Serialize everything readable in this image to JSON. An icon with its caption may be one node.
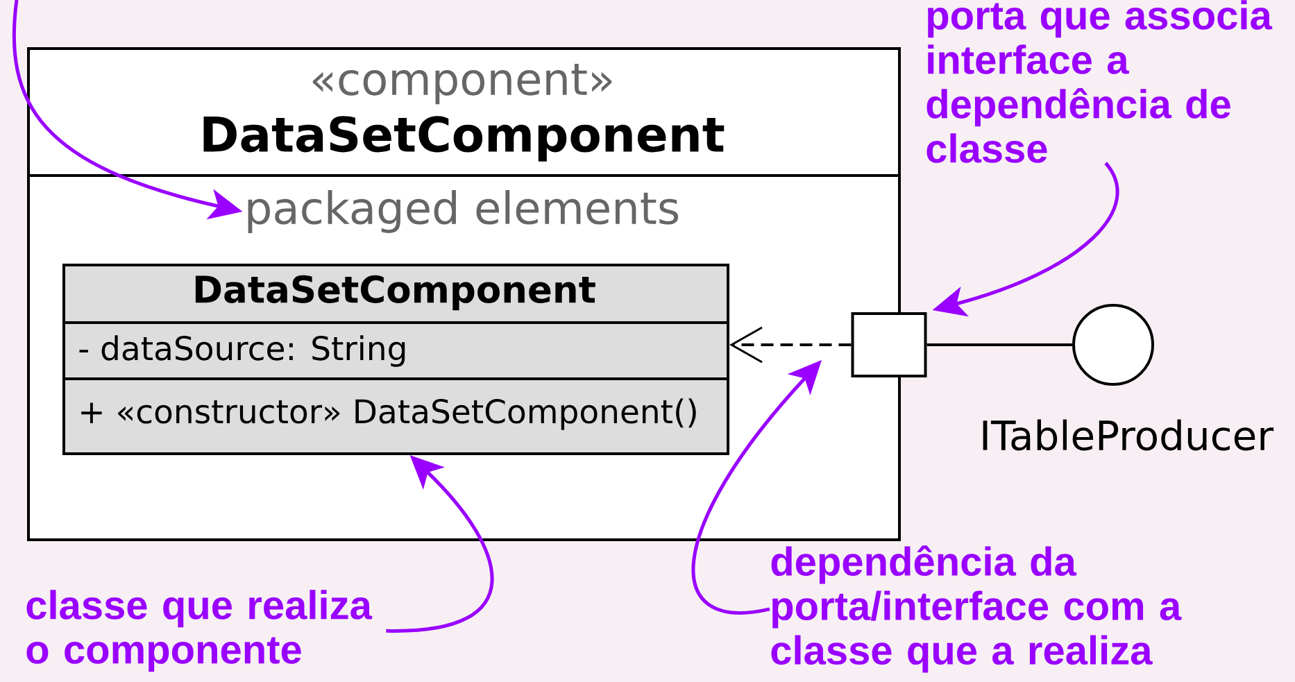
{
  "diagram": {
    "nodes": [
      {
        "text": [
          "«component»",
          "DataSetComponent"
        ]
      },
      {
        "text": [
          "packaged elements"
        ],
        "in": 0
      },
      {
        "text": [
          "DataSetComponent",
          "- dataSource: String",
          "+ «constructor» DataSetComponent()"
        ],
        "in": 0
      },
      {
        "text": [],
        "shape": "box"
      },
      {
        "text": [],
        "shape": "circle",
        "beside": [
          "ITableProducer"
        ]
      },
      {
        "text": [
          "porta que associa interface a dependência de classe"
        ]
      },
      {
        "text": [
          "classe que realiza o componente"
        ]
      },
      {
        "text": [
          "dependência da porta/interface com a classe que a realiza"
        ]
      }
    ],
    "edges": [
      {
        "from": 3,
        "to": 2,
        "arrow": "to",
        "style": "dashed",
        "color": "#000000"
      },
      {
        "from": 3,
        "to": 4,
        "arrow": "none",
        "color": "#000000"
      },
      {
        "from": null,
        "to": 1,
        "arrow": "to",
        "color": "#9900ff"
      },
      {
        "from": 5,
        "to": 3,
        "arrow": "to",
        "color": "#9900ff"
      },
      {
        "from": 6,
        "to": 2,
        "arrow": "to",
        "color": "#9900ff"
      },
      {
        "from": 7,
        "to": null,
        "arrow": "to",
        "color": "#9900ff"
      }
    ]
  }
}
